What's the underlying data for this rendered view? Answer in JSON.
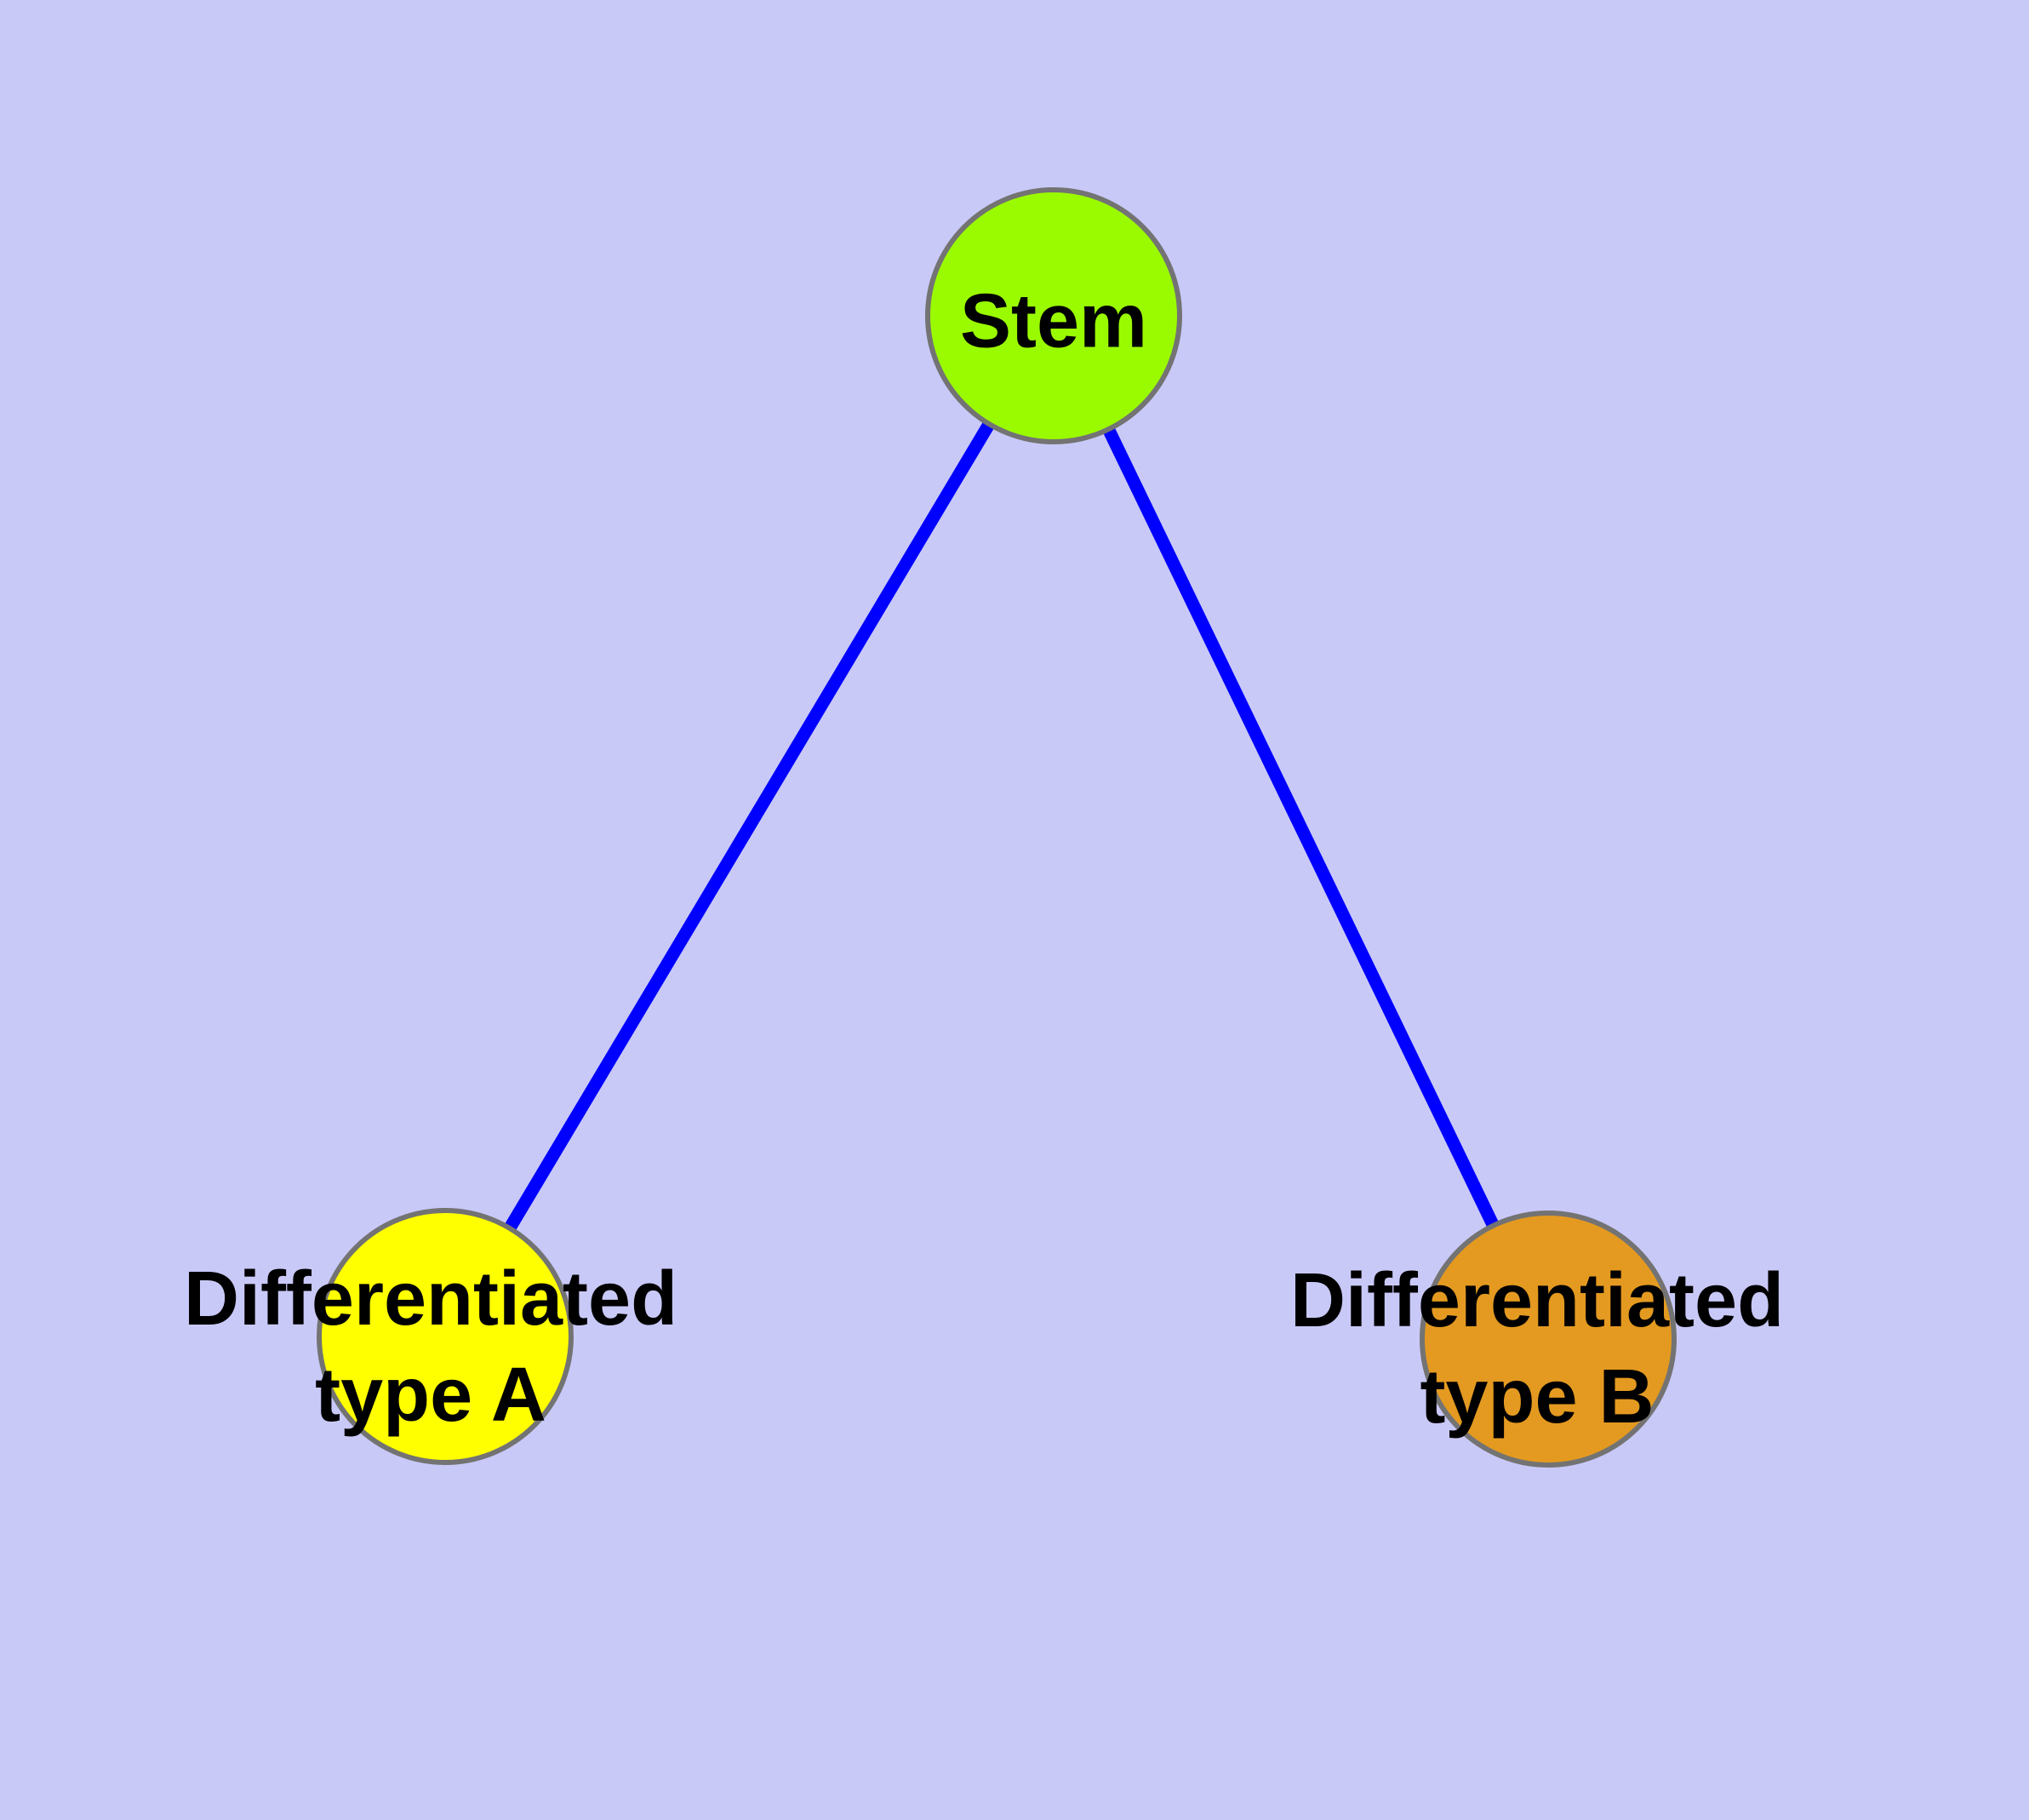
{
  "diagram": {
    "type": "node-link-graph",
    "nodes": [
      {
        "id": "stem",
        "label": "Stem",
        "fill": "#9AFB00"
      },
      {
        "id": "type-a",
        "label": "Differentiated\ntype A",
        "fill": "#FFFF00"
      },
      {
        "id": "type-b",
        "label": "Differentiated\ntype B",
        "fill": "#E49A20"
      }
    ],
    "edges": [
      {
        "from": "stem",
        "to": "type-a"
      },
      {
        "from": "stem",
        "to": "type-b"
      }
    ],
    "colors": {
      "background": "#C9C9F8",
      "node_border": "#737373",
      "edge": "#0000FF",
      "label_text": "#000000"
    }
  }
}
